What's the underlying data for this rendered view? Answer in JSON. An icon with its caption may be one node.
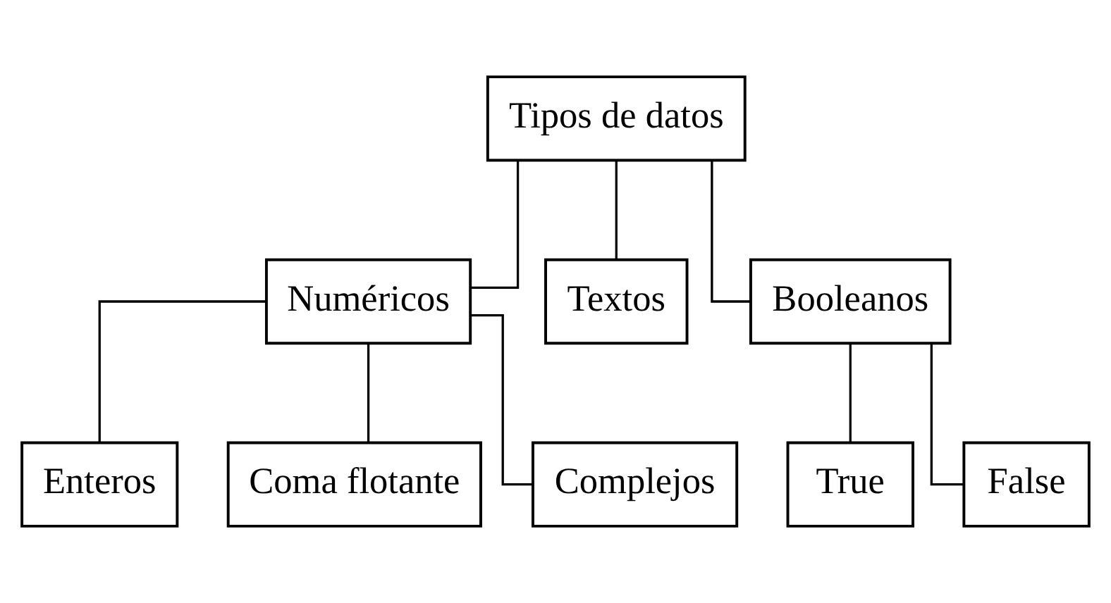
{
  "diagram": {
    "nodes": [
      {
        "text": [
          "Tipos de datos"
        ]
      },
      {
        "text": [
          "Numéricos"
        ]
      },
      {
        "text": [
          "Textos"
        ]
      },
      {
        "text": [
          "Booleanos"
        ]
      },
      {
        "text": [
          "Enteros"
        ]
      },
      {
        "text": [
          "Coma flotante"
        ]
      },
      {
        "text": [
          "Complejos"
        ]
      },
      {
        "text": [
          "True"
        ]
      },
      {
        "text": [
          "False"
        ]
      }
    ],
    "edges": [
      {
        "from": 0,
        "to": 1,
        "arrow": "none"
      },
      {
        "from": 0,
        "to": 2,
        "arrow": "none"
      },
      {
        "from": 0,
        "to": 3,
        "arrow": "none"
      },
      {
        "from": 1,
        "to": 4,
        "arrow": "none"
      },
      {
        "from": 1,
        "to": 5,
        "arrow": "none"
      },
      {
        "from": 1,
        "to": 6,
        "arrow": "none"
      },
      {
        "from": 3,
        "to": 7,
        "arrow": "none"
      },
      {
        "from": 3,
        "to": 8,
        "arrow": "none"
      }
    ]
  }
}
